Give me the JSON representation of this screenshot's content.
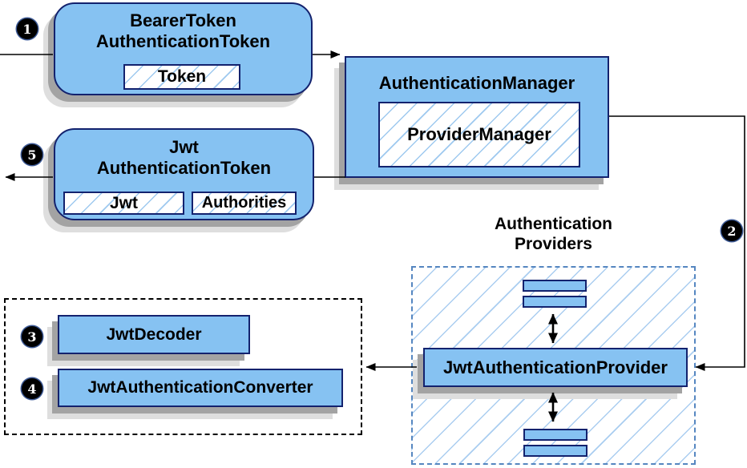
{
  "diagram": {
    "badges": {
      "step1": "1",
      "step2": "2",
      "step3": "3",
      "step4": "4",
      "step5": "5"
    },
    "bearer_box": {
      "title_line1": "BearerToken",
      "title_line2": "AuthenticationToken",
      "field": "Token"
    },
    "auth_manager_box": {
      "title": "AuthenticationManager",
      "inner": "ProviderManager"
    },
    "jwt_token_box": {
      "title_line1": "Jwt",
      "title_line2": "AuthenticationToken",
      "field_jwt": "Jwt",
      "field_authorities": "Authorities"
    },
    "providers_group": {
      "label_line1": "Authentication",
      "label_line2": "Providers"
    },
    "jwt_provider_box": {
      "title": "JwtAuthenticationProvider"
    },
    "decoder_box": {
      "title": "JwtDecoder"
    },
    "converter_box": {
      "title": "JwtAuthenticationConverter"
    },
    "colors": {
      "box_fill": "#86c2f2",
      "box_border": "#13226e",
      "hatch_line": "#9ec9ef",
      "provider_container_border": "#5586c0",
      "black_dashed_border": "#000000",
      "shadow": "#a3a3a3",
      "connector": "#000000",
      "badge_bg": "#000000",
      "badge_text": "#ffffff"
    }
  }
}
